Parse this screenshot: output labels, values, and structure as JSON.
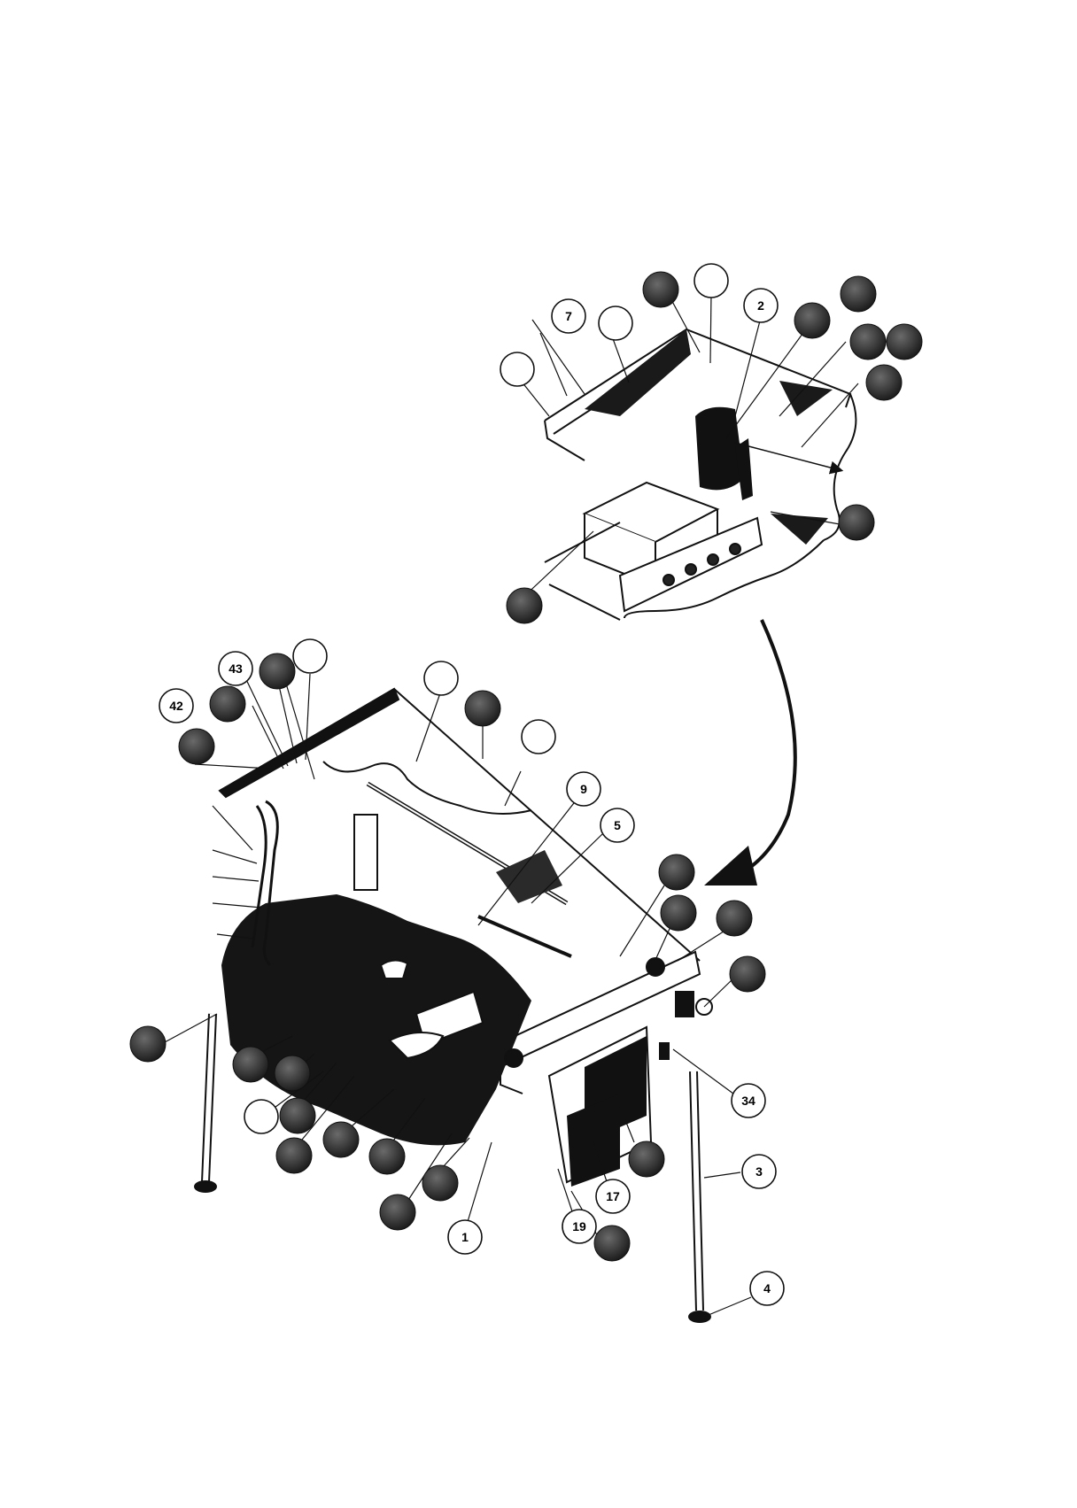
{
  "page": {
    "title_line1": "",
    "title_line2": "",
    "subassembly_caption": ""
  },
  "callouts": {
    "c7": "7",
    "c2": "2",
    "c43": "43",
    "c42": "42",
    "c9": "9",
    "c5": "5",
    "c34": "34",
    "c3": "3",
    "c17": "17",
    "c19": "19",
    "c1": "1",
    "c4": "4"
  },
  "colors": {
    "ink": "#111111",
    "dark_callout": "#2a2a2a",
    "paper": "#ffffff"
  }
}
